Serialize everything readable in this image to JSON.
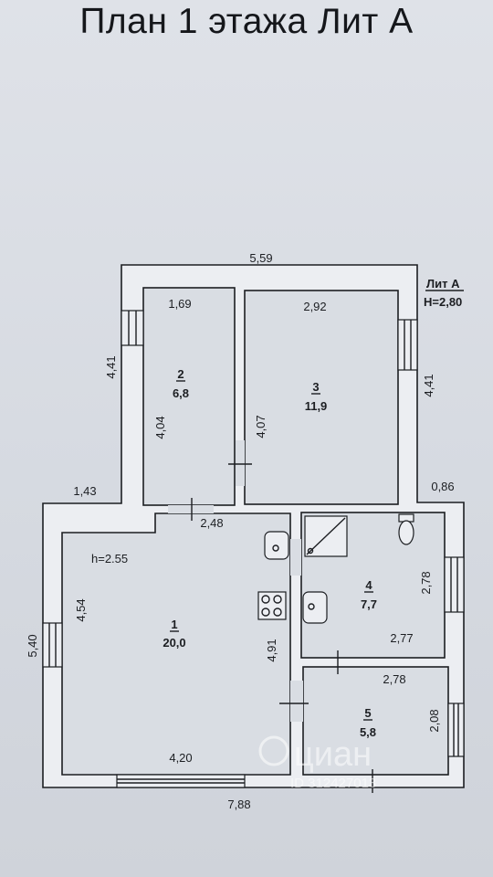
{
  "title": "План 1 этажа Лит А",
  "legend": {
    "lit": "Лит А",
    "height": "H=2,80"
  },
  "ceiling_note": "h=2.55",
  "rooms": [
    {
      "number": "1",
      "area": "20,0"
    },
    {
      "number": "2",
      "area": "6,8"
    },
    {
      "number": "3",
      "area": "11,9"
    },
    {
      "number": "4",
      "area": "7,7"
    },
    {
      "number": "5",
      "area": "5,8"
    }
  ],
  "dimensions": {
    "top_total": "5,59",
    "left_upper": "4,41",
    "right_upper": "4,41",
    "room2_width": "1,69",
    "room2_height": "4,04",
    "room3_width": "2,92",
    "room3_height": "4,07",
    "left_step": "1,43",
    "right_step": "0,86",
    "room1_top": "2,48",
    "room1_left": "4,54",
    "left_total": "5,40",
    "room1_right": "4,91",
    "room1_bottom": "4,20",
    "bottom_total": "7,88",
    "room4_height": "2,78",
    "room4_width": "2,77",
    "room5_width": "2,78",
    "room5_height": "2,08"
  },
  "watermark": {
    "brand": "циан",
    "id": "ID 312427013"
  }
}
